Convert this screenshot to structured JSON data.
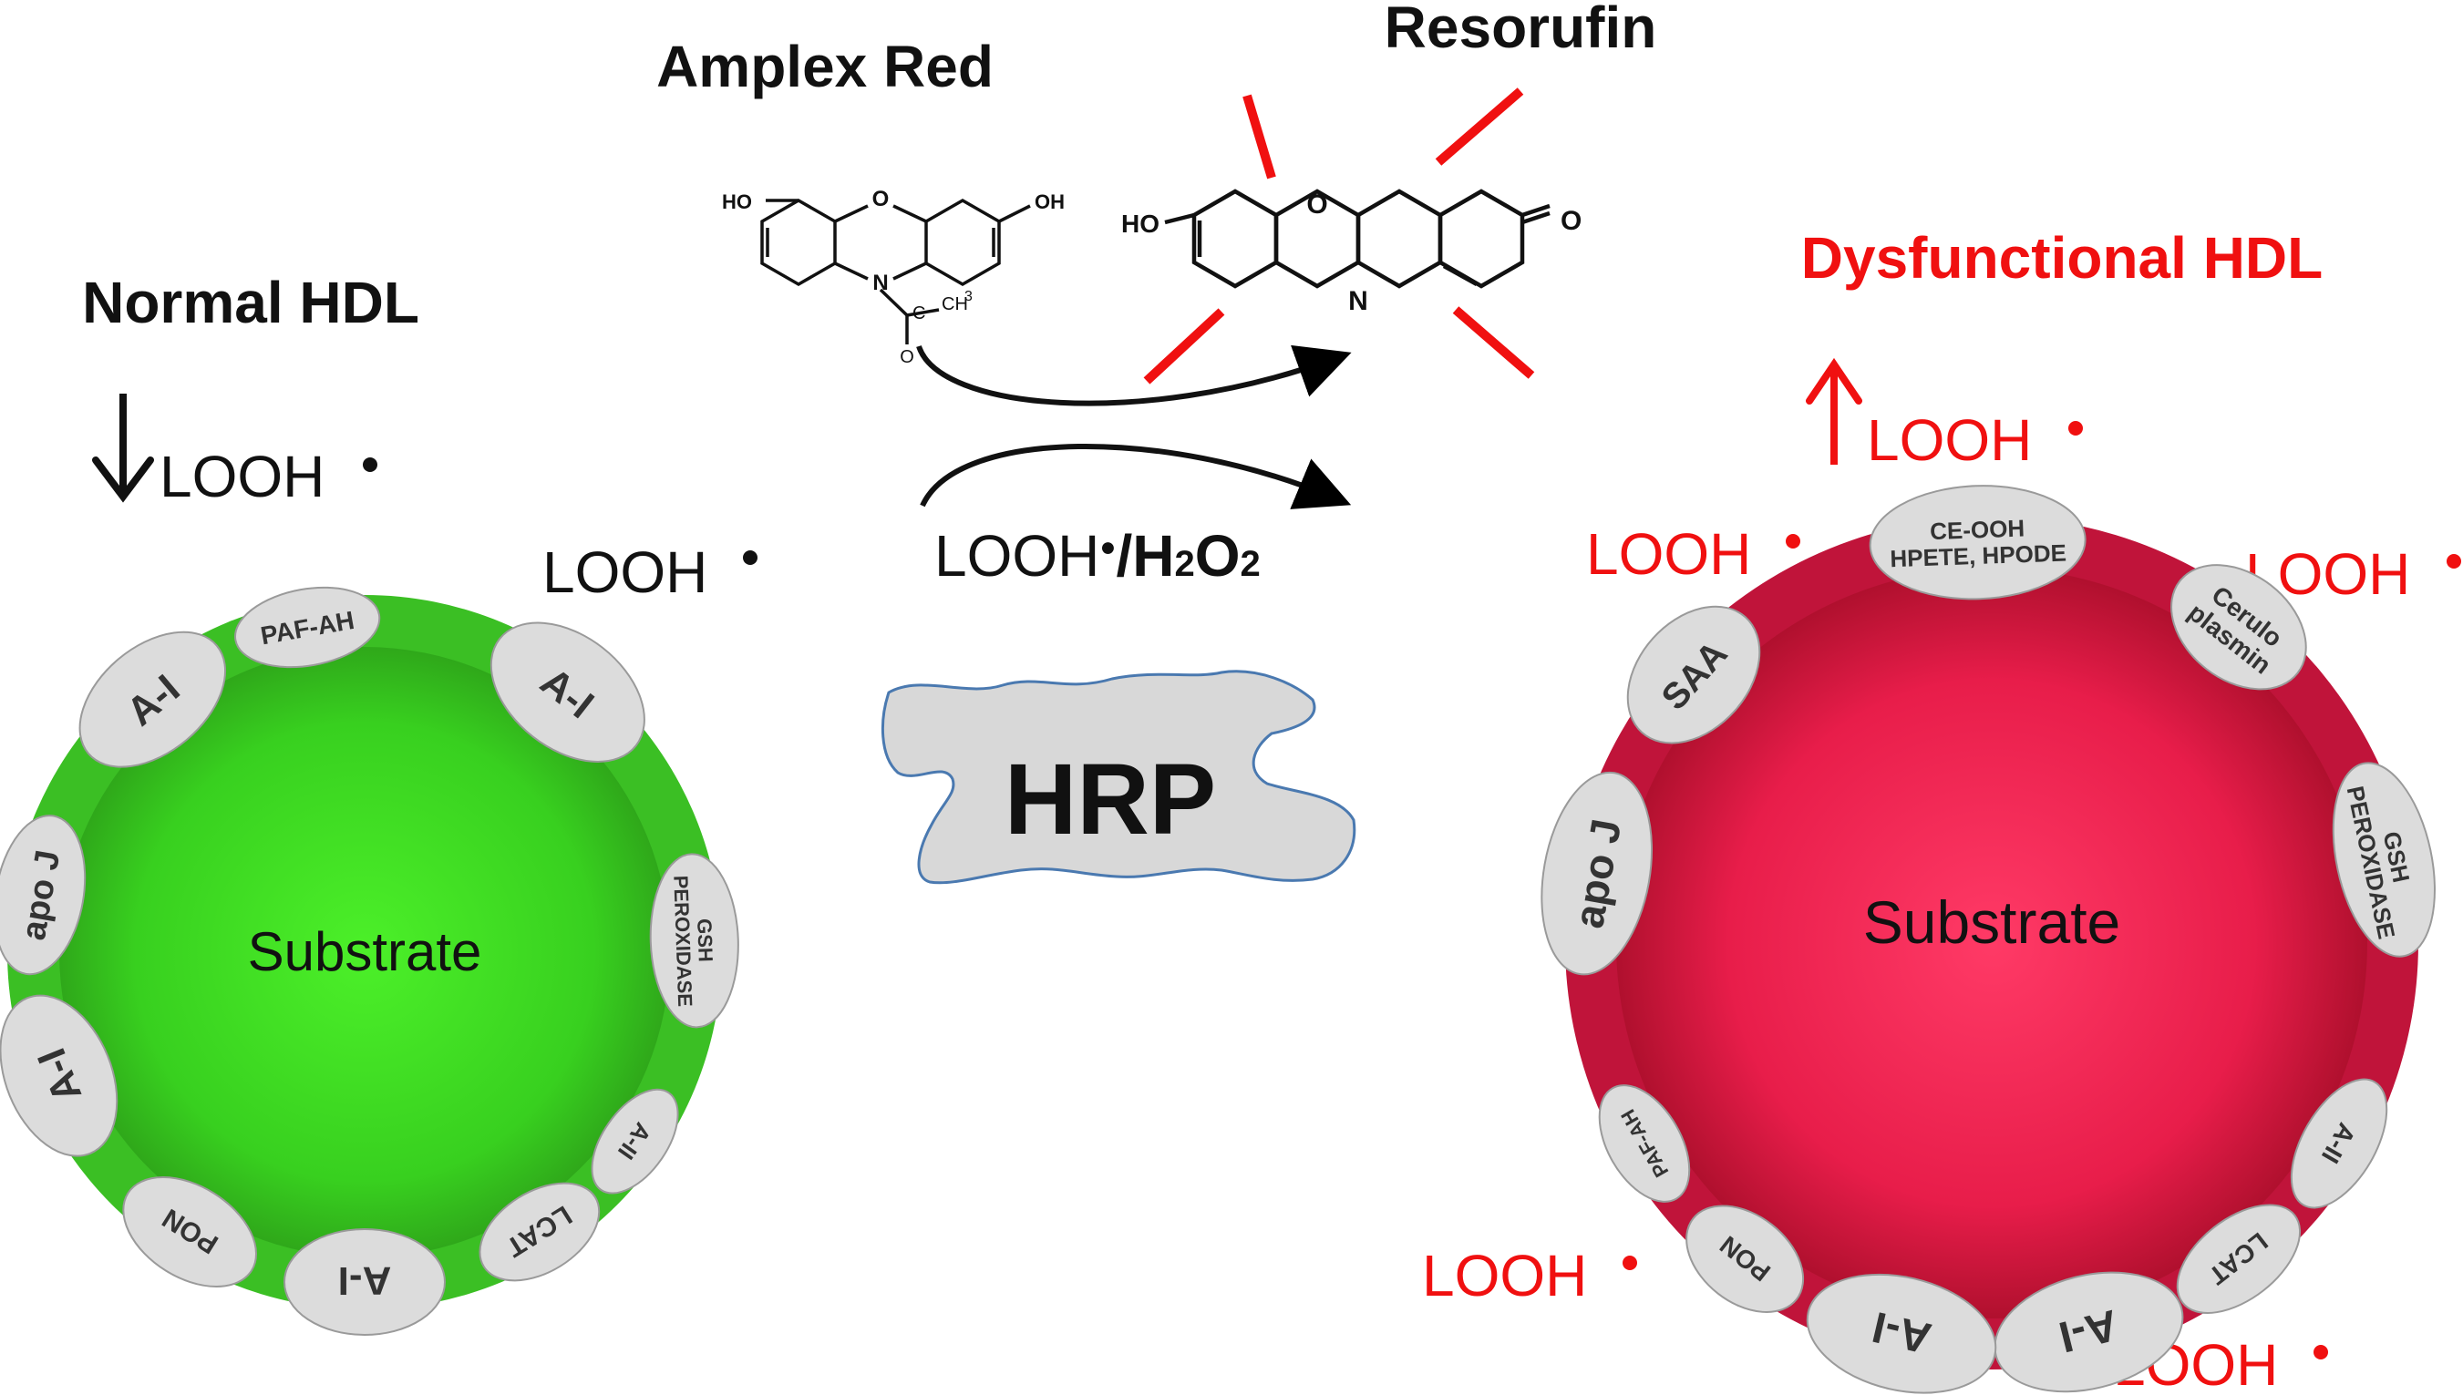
{
  "title": {
    "amplex": "Amplex Red",
    "resorufin": "Resorufin",
    "normal": "Normal HDL",
    "dysfunctional": "Dysfunctional HDL"
  },
  "reaction": {
    "looh_h2o2_a": "LOOH",
    "looh_h2o2_b": "/H",
    "looh_h2o2_c": "2",
    "looh_h2o2_d": "O",
    "looh_h2o2_e": "2",
    "enzyme": "HRP"
  },
  "labels": {
    "looh": "LOOH",
    "substrate": "Substrate"
  },
  "molecule_atoms": {
    "ho": "HO",
    "oh": "OH",
    "o": "O",
    "n": "N",
    "c": "C",
    "ch": "CH",
    "three": "3"
  },
  "normal_hdl": {
    "proteins": [
      "PAF-AH",
      "A-I",
      "GSH",
      "PEROXIDASE",
      "A-II",
      "LCAT",
      "A-I",
      "PON",
      "A-I",
      "apo J",
      "A-I"
    ]
  },
  "dysfunctional_hdl": {
    "proteins": [
      "CE-OOH",
      "HPETE, HPODE",
      "Cerulo",
      "plasmin",
      "GSH",
      "PEROXIDASE",
      "A-II",
      "LCAT",
      "A-I",
      "A-I",
      "PON",
      "PAF-AH",
      "apo J",
      "SAA"
    ]
  },
  "colors": {
    "red": "#f01010",
    "green": "#3ec82a",
    "crimson": "#e01a40",
    "protein": "#dcdcdc",
    "hrp": "#d8d8d8",
    "hrp_border": "#4a79b0"
  }
}
